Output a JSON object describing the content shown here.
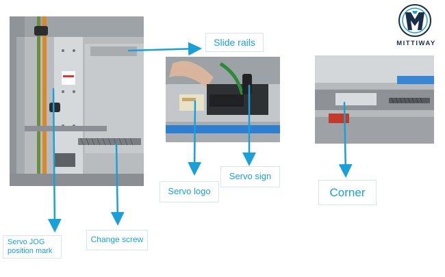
{
  "brand": {
    "name": "MITTIWAY"
  },
  "callouts": {
    "slide_rails": "Slide rails",
    "servo_logo": "Servo logo",
    "servo_sign": "Servo sign",
    "corner": "Corner",
    "servo_jog_line1": "Servo JOG",
    "servo_jog_line2": "position mark",
    "change_screw": "Change screw"
  },
  "colors": {
    "accent": "#1aa0d8",
    "brand_dark": "#1a2e4a"
  }
}
